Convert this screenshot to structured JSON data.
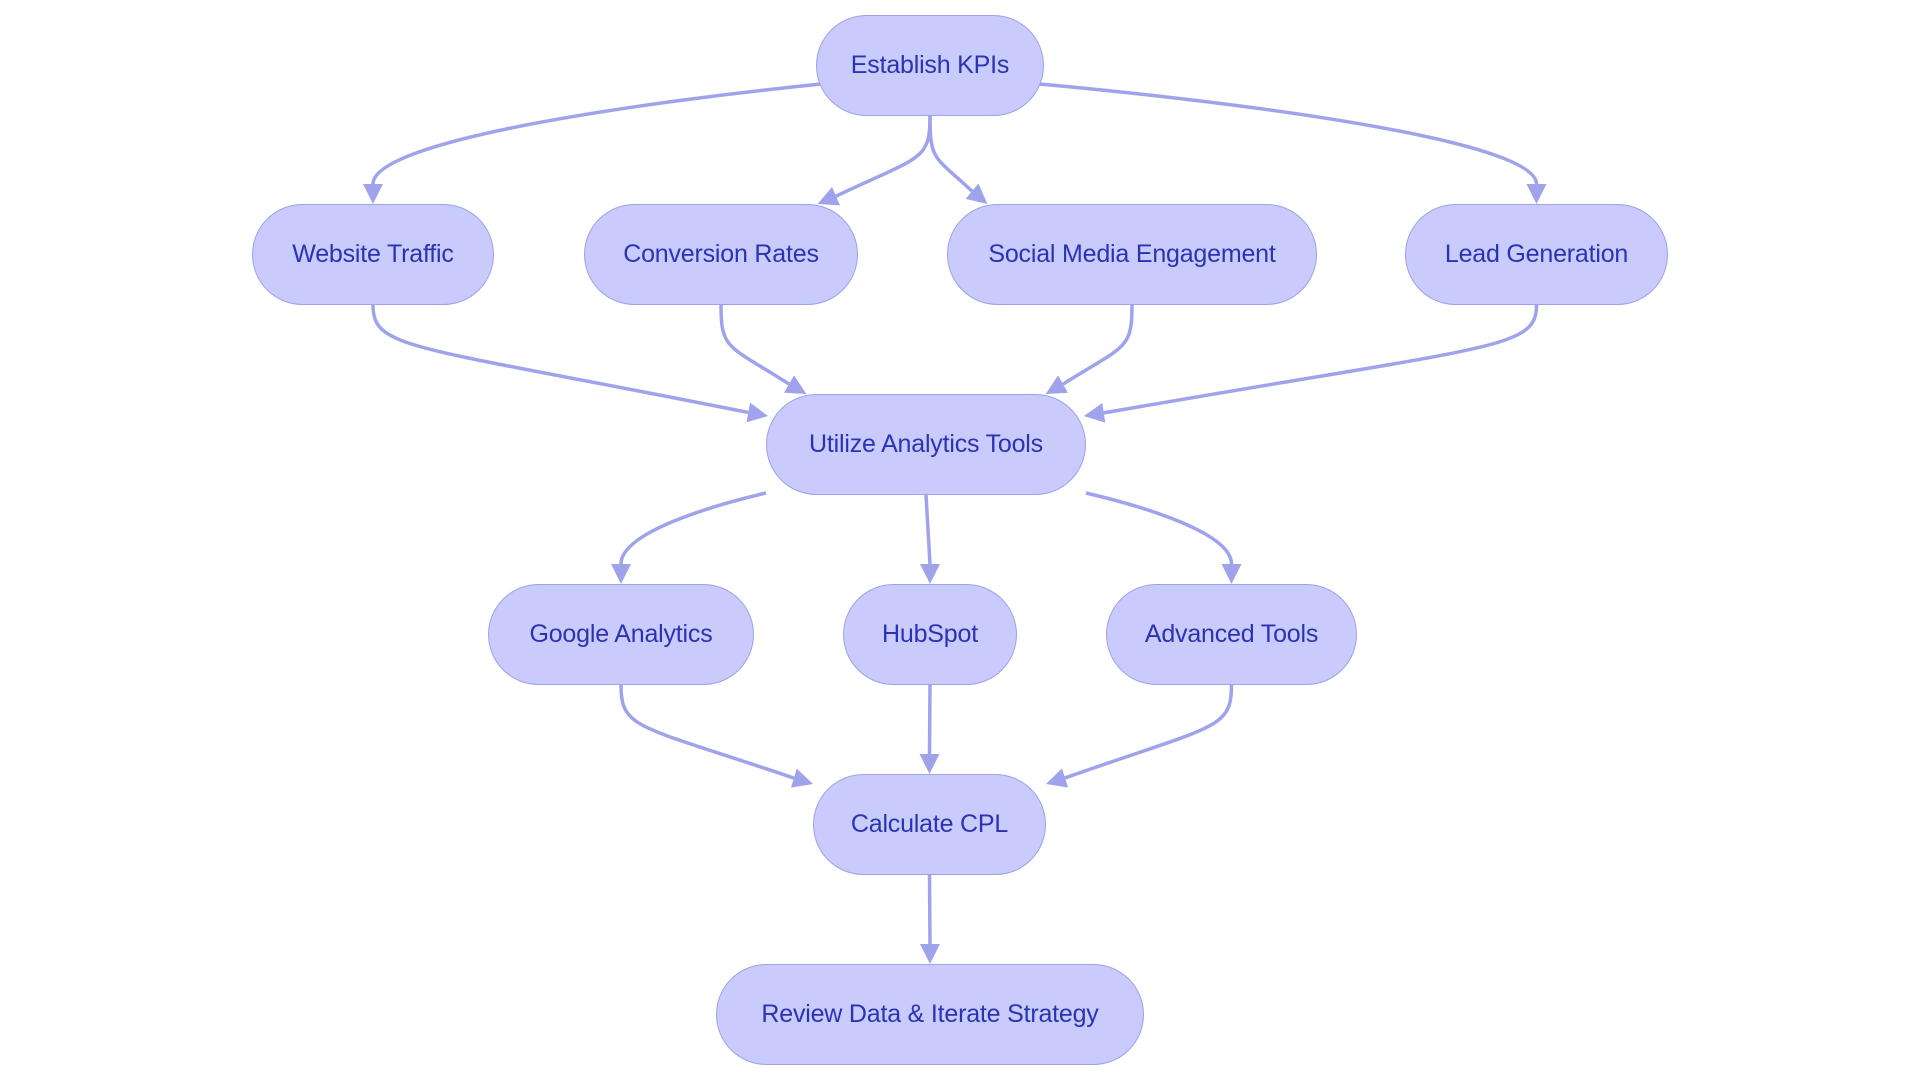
{
  "diagram": {
    "type": "flowchart",
    "colors": {
      "node_fill": "#c8cbfc",
      "node_border": "#9ea2e8",
      "node_text": "#2b33b3",
      "edge": "#9ea3ec",
      "background": "#ffffff"
    },
    "nodes": [
      {
        "id": "kpis",
        "label": "Establish KPIs"
      },
      {
        "id": "traffic",
        "label": "Website Traffic"
      },
      {
        "id": "conversion",
        "label": "Conversion Rates"
      },
      {
        "id": "social",
        "label": "Social Media Engagement"
      },
      {
        "id": "leadgen",
        "label": "Lead Generation"
      },
      {
        "id": "analytics",
        "label": "Utilize Analytics Tools"
      },
      {
        "id": "google",
        "label": "Google Analytics"
      },
      {
        "id": "hubspot",
        "label": "HubSpot"
      },
      {
        "id": "advanced",
        "label": "Advanced Tools"
      },
      {
        "id": "cpl",
        "label": "Calculate CPL"
      },
      {
        "id": "review",
        "label": "Review Data & Iterate Strategy"
      }
    ],
    "edges": [
      {
        "from": "kpis",
        "to": "traffic"
      },
      {
        "from": "kpis",
        "to": "conversion"
      },
      {
        "from": "kpis",
        "to": "social"
      },
      {
        "from": "kpis",
        "to": "leadgen"
      },
      {
        "from": "traffic",
        "to": "analytics"
      },
      {
        "from": "conversion",
        "to": "analytics"
      },
      {
        "from": "social",
        "to": "analytics"
      },
      {
        "from": "leadgen",
        "to": "analytics"
      },
      {
        "from": "analytics",
        "to": "google"
      },
      {
        "from": "analytics",
        "to": "hubspot"
      },
      {
        "from": "analytics",
        "to": "advanced"
      },
      {
        "from": "google",
        "to": "cpl"
      },
      {
        "from": "hubspot",
        "to": "cpl"
      },
      {
        "from": "advanced",
        "to": "cpl"
      },
      {
        "from": "cpl",
        "to": "review"
      }
    ]
  }
}
